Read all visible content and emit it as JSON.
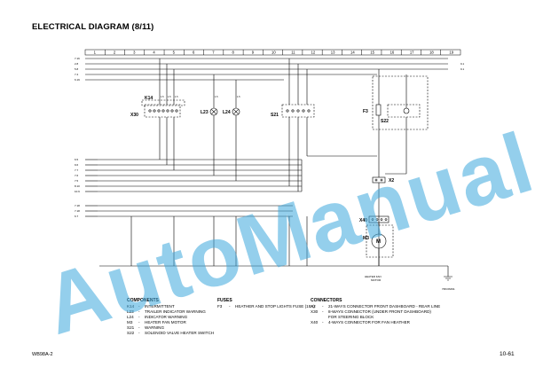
{
  "title": "ELECTRICAL DIAGRAM (8/11)",
  "watermark": "AutoManual",
  "grid_columns": [
    "1",
    "2",
    "3",
    "4",
    "5",
    "6",
    "7",
    "8",
    "9",
    "10",
    "11",
    "12",
    "13",
    "14",
    "15",
    "16",
    "17",
    "18",
    "19"
  ],
  "left_inputs_top": [
    "7.16",
    "2.8",
    "5.8",
    "7.4",
    "6.19"
  ],
  "right_outputs_top": [
    "9.1",
    "9.1"
  ],
  "left_inputs_mid": [
    "6.5",
    "9.6",
    "7.7",
    "7.6",
    "7.5",
    "8.10",
    "10.9"
  ],
  "left_inputs_low": [
    "7.18",
    "7.18",
    "6.7"
  ],
  "component_labels": {
    "k14": "K14",
    "x30": "X30",
    "l23": "L23",
    "l24": "L24",
    "s21": "S21",
    "f3": "F3",
    "s22": "S22",
    "x2": "X2",
    "x40": "X40",
    "m3": "M3",
    "motor_symbol": "M",
    "motor_caption_1": "HEATER FAN",
    "motor_caption_2": "MOTOR",
    "drawing_code": "7MC06491"
  },
  "components": {
    "heading": "COMPONENTS",
    "items": [
      {
        "code": "K14",
        "text": "INTERMITTENT"
      },
      {
        "code": "L23",
        "text": "TRAILER INDICATOR WARNING"
      },
      {
        "code": "L24",
        "text": "INDICATOR WARNING"
      },
      {
        "code": "M3",
        "text": "HEATER FAN MOTOR"
      },
      {
        "code": "S21",
        "text": "WARNING"
      },
      {
        "code": "S22",
        "text": "SOLENOID VALVE HEATER SWITCH"
      }
    ]
  },
  "fuses": {
    "heading": "FUSES",
    "items": [
      {
        "code": "F3",
        "text": "HEATHER AND STOP LIGHTS FUSE (15A)"
      }
    ]
  },
  "connectors": {
    "heading": "CONNECTORS",
    "items": [
      {
        "code": "X2",
        "text": "21-WAYS CONNECTOR FRONT DASHBOARD - REAR LINE",
        "cont": ""
      },
      {
        "code": "X30",
        "text": "8-WAYS CONNECTOR (UNDER FRONT DASHBOARD)",
        "cont": "FOR STEERING BLOCK"
      },
      {
        "code": "X40",
        "text": "4-WAYS CONNECTOR FOR FAN HEATHER",
        "cont": ""
      }
    ]
  },
  "footer": {
    "model": "WB98A-2",
    "page": "10-61"
  }
}
